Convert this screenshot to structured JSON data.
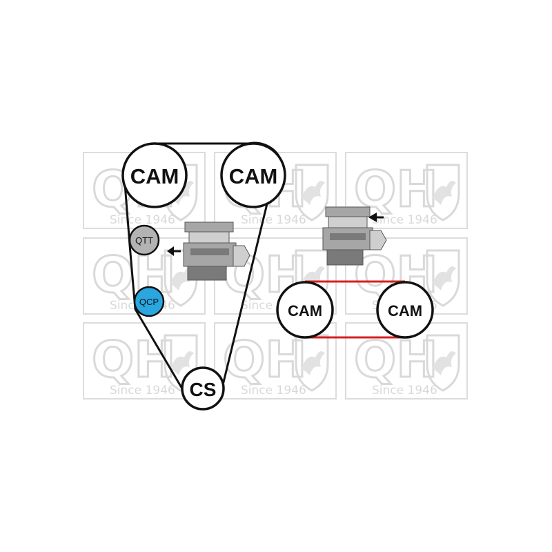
{
  "colors": {
    "belt": "#111111",
    "pulley_fill": "#ffffff",
    "pulley_stroke": "#111111",
    "idler_fill": "#b3b3b3",
    "pump_fill": "#2aa7e0",
    "chain_link": "#d62020",
    "watermark_stroke": "#dcdcdc",
    "watermark_fill": "#d9d9d9",
    "engine_dark": "#7a7a7a",
    "engine_mid": "#a6a6a6",
    "engine_light": "#cfcfcf"
  },
  "watermark": {
    "logo": "QH",
    "tagline": "Since 1946",
    "emblem_icon": "dragon-shield-icon"
  },
  "main_drive": {
    "cam_left_label": "CAM",
    "cam_right_label": "CAM",
    "crank_label": "CS",
    "tensioner_label": "QTT",
    "water_pump_label": "QCP"
  },
  "secondary_drive": {
    "cam_left_label": "CAM",
    "cam_right_label": "CAM"
  },
  "icons": {
    "engine": "engine-block-icon",
    "arrow": "arrow-left-icon"
  }
}
